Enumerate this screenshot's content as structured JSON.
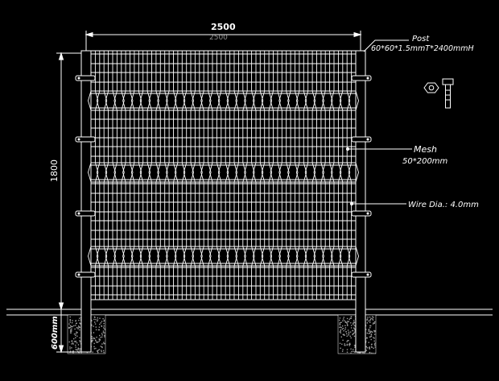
{
  "colors": {
    "background": "#000000",
    "line": "#ffffff",
    "ground_hatch": "#9a9a9a"
  },
  "dimensions": {
    "width_label": "2500",
    "width_sub_label": "2500",
    "height_label": "1800",
    "foundation_label": "600mm"
  },
  "post": {
    "title": "Post",
    "spec": "60*60*1.5mmT*2400mmH"
  },
  "mesh": {
    "title": "Mesh",
    "spec": "50*200mm"
  },
  "wire": {
    "label": "Wire Dia.: 4.0mm"
  },
  "panel": {
    "vertical_wires": 62,
    "v_folds": 3,
    "clips_per_post": 4
  },
  "icons": [
    "bolt-icon",
    "nut-icon"
  ]
}
